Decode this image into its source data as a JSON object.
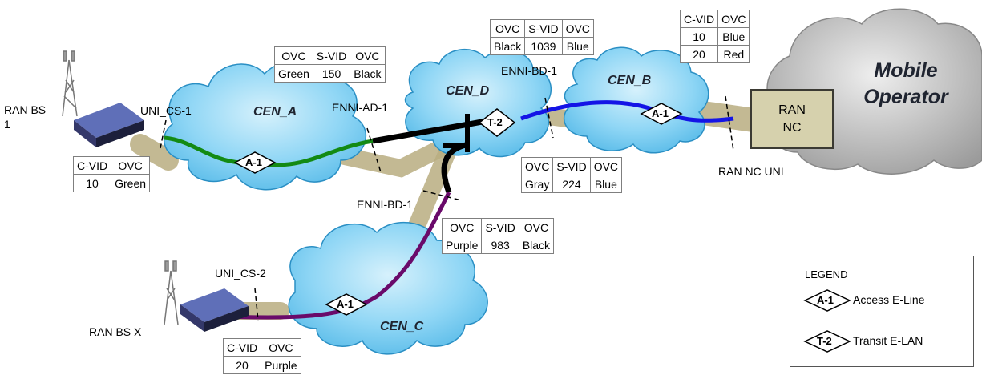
{
  "labels": {
    "ran_bs_1": "RAN BS\n1",
    "ran_bs_x": "RAN BS X",
    "uni_cs_1": "UNI_CS-1",
    "uni_cs_2": "UNI_CS-2",
    "enni_ad_1": "ENNI-AD-1",
    "enni_bd_1_top": "ENNI-BD-1",
    "enni_bd_1_left": "ENNI-BD-1",
    "ran_nc_uni": "RAN NC UNI",
    "ran_nc": "RAN\nNC",
    "mobile_operator": "Mobile\nOperator"
  },
  "clouds": {
    "cen_a": "CEN_A",
    "cen_b": "CEN_B",
    "cen_c": "CEN_C",
    "cen_d": "CEN_D"
  },
  "evcs": {
    "a1_left": "A-1",
    "t2": "T-2",
    "a1_right": "A-1",
    "a1_bottom": "A-1"
  },
  "tables": {
    "cen_a_top": {
      "header": [
        "OVC",
        "S-VID",
        "OVC"
      ],
      "row": [
        "Green",
        "150",
        "Black"
      ]
    },
    "bd_top": {
      "header": [
        "OVC",
        "S-VID",
        "OVC"
      ],
      "row": [
        "Black",
        "1039",
        "Blue"
      ]
    },
    "nc_top": {
      "header": [
        "C-VID",
        "OVC"
      ],
      "rows": [
        [
          "10",
          "Blue"
        ],
        [
          "20",
          "Red"
        ]
      ]
    },
    "bs1": {
      "header": [
        "C-VID",
        "OVC"
      ],
      "row": [
        "10",
        "Green"
      ]
    },
    "bd_bottom": {
      "header": [
        "OVC",
        "S-VID",
        "OVC"
      ],
      "row": [
        "Gray",
        "224",
        "Blue"
      ]
    },
    "cd": {
      "header": [
        "OVC",
        "S-VID",
        "OVC"
      ],
      "row": [
        "Purple",
        "983",
        "Black"
      ]
    },
    "bsx": {
      "header": [
        "C-VID",
        "OVC"
      ],
      "row": [
        "20",
        "Purple"
      ]
    }
  },
  "legend": {
    "title": "LEGEND",
    "items": [
      {
        "symbol": "A-1",
        "text": "Access E-Line"
      },
      {
        "symbol": "T-2",
        "text": "Transit E-LAN"
      }
    ]
  },
  "colors": {
    "green_ovc": "#138a13",
    "black_ovc": "#000000",
    "blue_ovc": "#1414e6",
    "purple_ovc": "#6a0a6a",
    "cloud_fill": "#7fcff3",
    "operator_cloud": "#a9a9a9",
    "trunk": "#b8ad80"
  }
}
